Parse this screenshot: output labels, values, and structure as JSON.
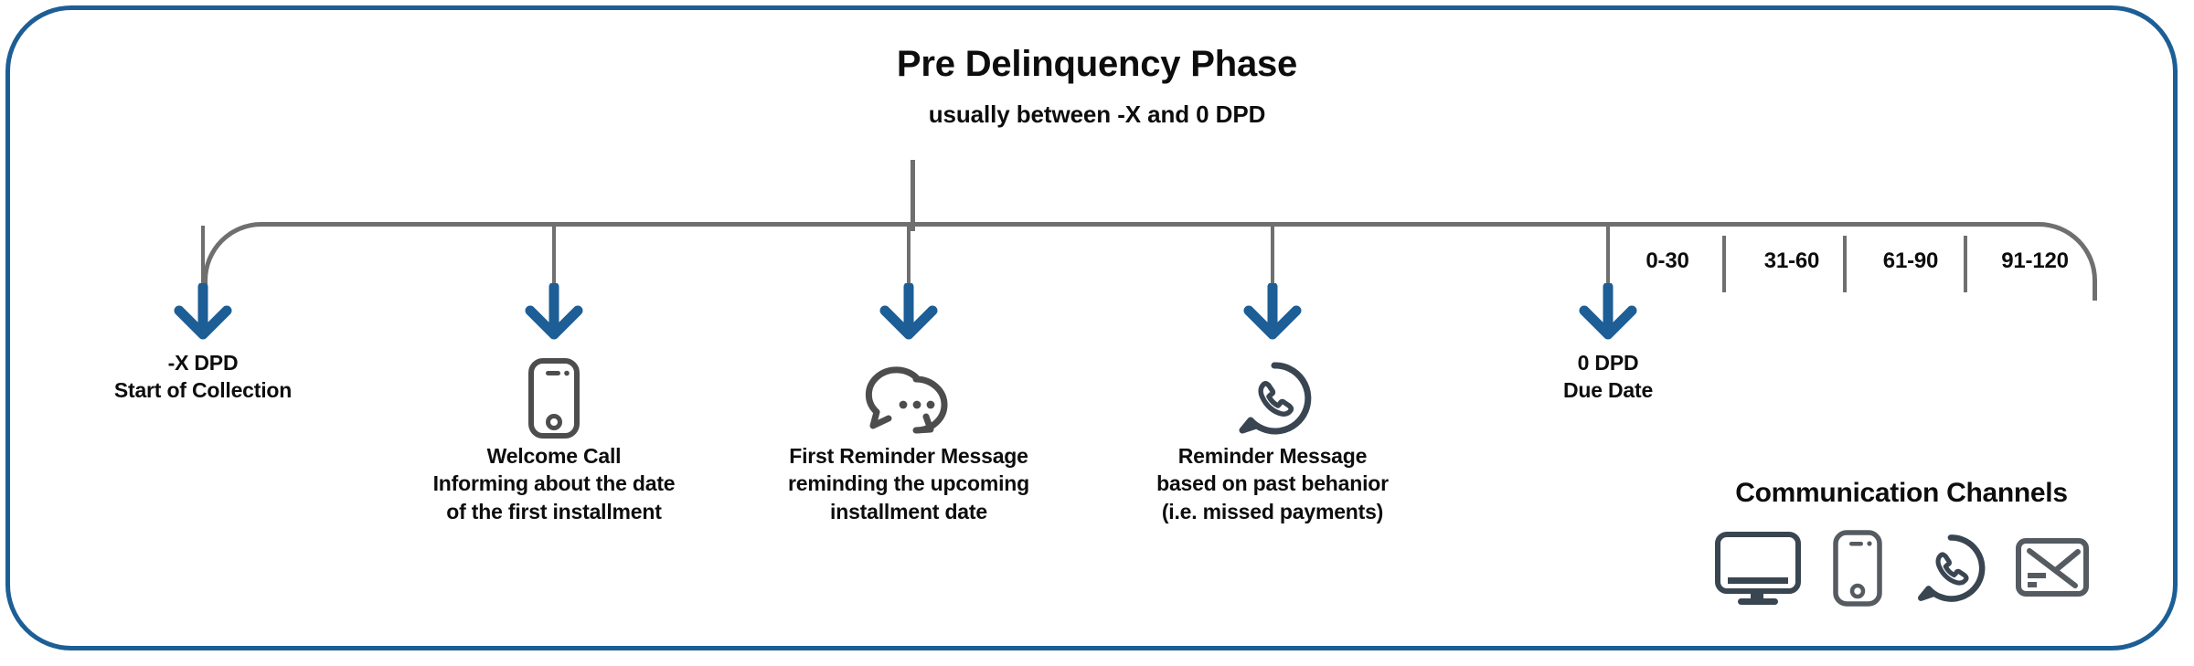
{
  "frame": {
    "accent_color": "#1C5E95"
  },
  "header": {
    "title": "Pre Delinquency Phase",
    "subtitle": "usually between -X and 0 DPD"
  },
  "timeline": {
    "line_color": "#6f6f6f",
    "arrow_color": "#1C5E95",
    "icon_color": "#4d4d4d",
    "buckets": [
      {
        "label": "0-30"
      },
      {
        "label": "31-60"
      },
      {
        "label": "61-90"
      },
      {
        "label": "91-120"
      }
    ],
    "milestones": [
      {
        "id": "start-of-collection",
        "icon": "none",
        "label": "-X DPD\nStart of Collection",
        "position": "above"
      },
      {
        "id": "welcome-call",
        "icon": "smartphone-icon",
        "label": "Welcome Call\nInforming about the date\nof the first installment",
        "position": "below"
      },
      {
        "id": "first-reminder-message",
        "icon": "chat-bubbles-icon",
        "label": "First Reminder Message\nreminding the upcoming\ninstallment date",
        "position": "below"
      },
      {
        "id": "reminder-message-behavior",
        "icon": "whatsapp-icon",
        "label": "Reminder Message\nbased on past behanior\n(i.e. missed payments)",
        "position": "below"
      },
      {
        "id": "due-date",
        "icon": "none",
        "label": "0 DPD\nDue Date",
        "position": "above"
      }
    ]
  },
  "channels": {
    "title": "Communication Channels",
    "items": [
      {
        "icon": "desktop-monitor-icon",
        "name": "desktop"
      },
      {
        "icon": "smartphone-icon",
        "name": "mobile"
      },
      {
        "icon": "whatsapp-icon",
        "name": "whatsapp"
      },
      {
        "icon": "email-envelope-icon",
        "name": "email"
      }
    ]
  }
}
